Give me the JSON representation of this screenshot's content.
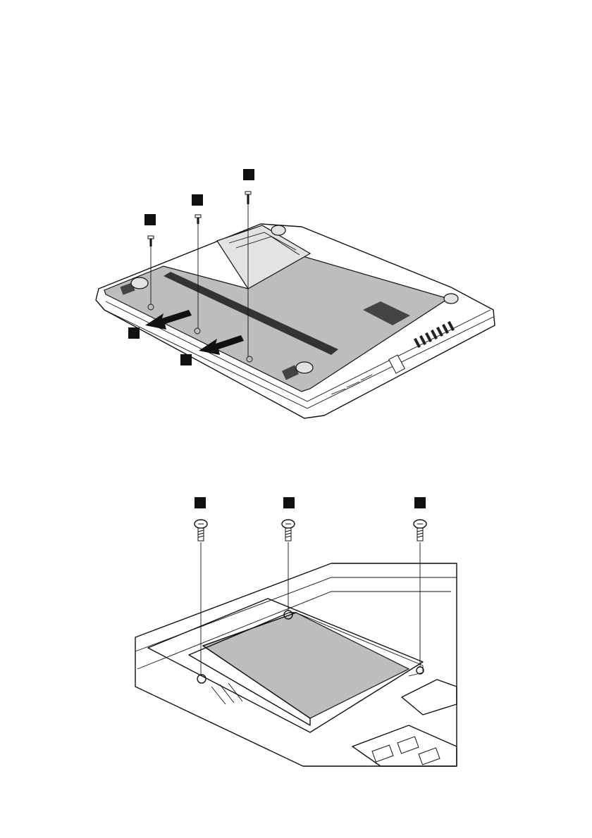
{
  "figures": [
    {
      "name": "base-cover-removal",
      "step_markers": 5
    },
    {
      "name": "hard-disk-screws",
      "step_markers": 3
    }
  ],
  "colors": {
    "line": "#111111",
    "fill": "#bdbdbd",
    "marker": "#111111"
  }
}
